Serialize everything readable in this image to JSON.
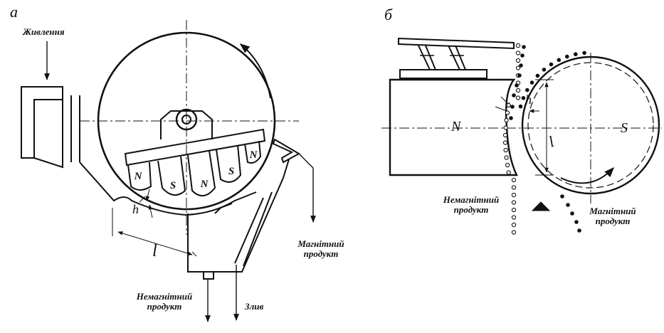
{
  "panel_a": {
    "letter": "а",
    "feed": "Живлення",
    "magnetic_line1": "Магнітний",
    "magnetic_line2": "продукт",
    "nonmagnetic_line1": "Немагнітний",
    "nonmagnetic_line2": "продукт",
    "drain": "Злив",
    "gap_symbol": "h",
    "length_symbol": "l",
    "pole_labels": [
      "N",
      "S",
      "N",
      "S",
      "N"
    ]
  },
  "panel_b": {
    "letter": "б",
    "pole_n": "N",
    "pole_s": "S",
    "gap_symbol": "h",
    "length_symbol": "l",
    "nonmagnetic_line1": "Немагнітний",
    "nonmagnetic_line2": "продукт",
    "magnetic_line1": "Магнітний",
    "magnetic_line2": "продукт"
  },
  "colors": {
    "ink": "#111111",
    "background": "#ffffff"
  }
}
